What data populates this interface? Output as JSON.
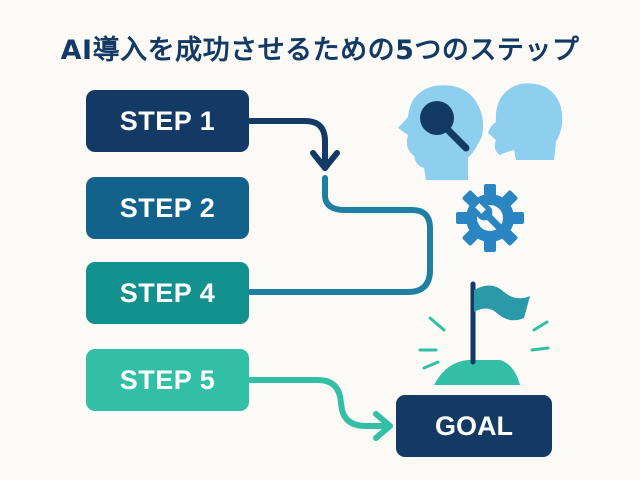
{
  "title": "AI導入を成功させるための5つのステップ",
  "steps": [
    {
      "label": "STEP 1",
      "color": "#123a64"
    },
    {
      "label": "STEP 2",
      "color": "#12628c"
    },
    {
      "label": "STEP 4",
      "color": "#12918f"
    },
    {
      "label": "STEP 5",
      "color": "#33bfa6"
    }
  ],
  "goal": {
    "label": "GOAL",
    "color": "#123a64"
  },
  "icons": [
    "head-search-icon",
    "head-profile-icon",
    "gear-wrench-icon",
    "goal-flag-icon"
  ],
  "colors": {
    "background": "#fbfaf6",
    "title": "#123a64",
    "icon_light": "#8ecff0",
    "icon_mid": "#2a86c2",
    "flag": "#2b9aa8"
  }
}
